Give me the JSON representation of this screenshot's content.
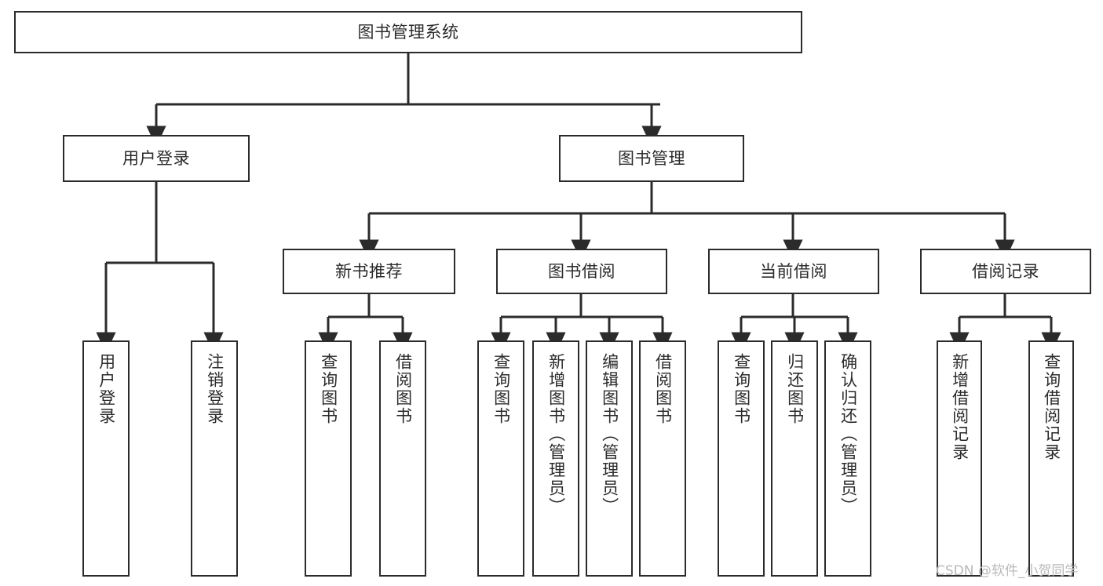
{
  "diagram": {
    "title": "图书管理系统",
    "type": "hierarchy-tree",
    "watermark": "CSDN @软件_小贺同学",
    "colors": {
      "stroke": "#2b2b2b",
      "fill": "#ffffff",
      "watermark": "#b9b9b9"
    },
    "levels": {
      "root": {
        "label": "图书管理系统"
      },
      "level2": [
        {
          "label": "用户登录"
        },
        {
          "label": "图书管理"
        }
      ],
      "level3": [
        {
          "label": "新书推荐"
        },
        {
          "label": "图书借阅"
        },
        {
          "label": "当前借阅"
        },
        {
          "label": "借阅记录"
        }
      ],
      "leaves": {
        "user_login": [
          {
            "label": "用户登录"
          },
          {
            "label": "注销登录"
          }
        ],
        "new_book_recommend": [
          {
            "label": "查询图书"
          },
          {
            "label": "借阅图书"
          }
        ],
        "book_borrow": [
          {
            "label": "查询图书"
          },
          {
            "label": "新增图书（管理员）"
          },
          {
            "label": "编辑图书（管理员）"
          },
          {
            "label": "借阅图书"
          }
        ],
        "current_borrow": [
          {
            "label": "查询图书"
          },
          {
            "label": "归还图书"
          },
          {
            "label": "确认归还（管理员）"
          }
        ],
        "borrow_record": [
          {
            "label": "新增借阅记录"
          },
          {
            "label": "查询借阅记录"
          }
        ]
      }
    }
  }
}
